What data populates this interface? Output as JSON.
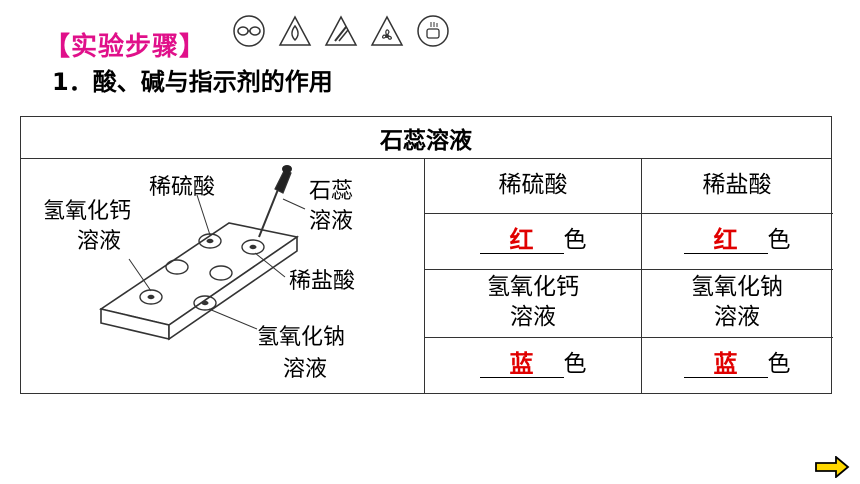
{
  "heading": "【实验步骤】",
  "subheading": "1．酸、碱与指示剂的作用",
  "table": {
    "title": "石蕊溶液",
    "columns": [
      "稀硫酸",
      "稀盐酸"
    ],
    "rows": [
      {
        "answers": [
          "红",
          "红"
        ],
        "suffix": "色"
      },
      {
        "labels": [
          "氢氧化钙\n溶液",
          "氢氧化钠\n溶液"
        ]
      },
      {
        "answers": [
          "蓝",
          "蓝"
        ],
        "suffix": "色"
      }
    ]
  },
  "illustration": {
    "labels": {
      "dilute_sulfuric": "稀硫酸",
      "litmus_1": "石蕊",
      "litmus_2": "溶液",
      "calcium_hydroxide_1": "氢氧化钙",
      "calcium_hydroxide_2": "溶液",
      "dilute_hydrochloric": "稀盐酸",
      "sodium_hydroxide_1": "氢氧化钠",
      "sodium_hydroxide_2": "溶液"
    }
  },
  "icons": [
    "goggles-icon",
    "flame-icon",
    "corrosive-icon",
    "fan-icon",
    "hand-wash-icon"
  ]
}
